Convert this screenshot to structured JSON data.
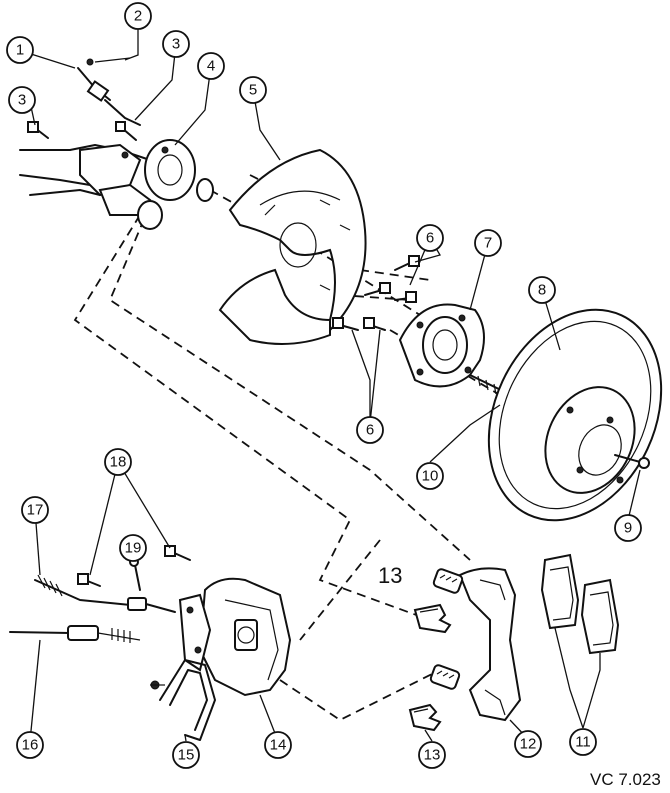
{
  "diagram": {
    "callouts": [
      "1",
      "2",
      "3",
      "3",
      "4",
      "5",
      "6",
      "6",
      "7",
      "8",
      "9",
      "10",
      "11",
      "12",
      "13",
      "13",
      "14",
      "15",
      "16",
      "17",
      "18",
      "19"
    ],
    "plain_label": "13",
    "figure_code": "VC 7.023"
  }
}
